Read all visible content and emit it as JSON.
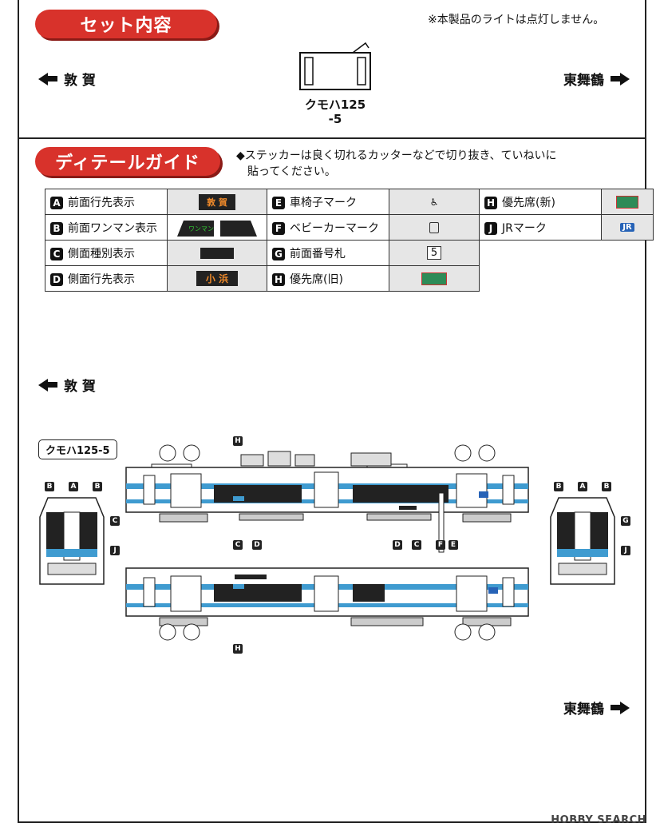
{
  "set": {
    "title": "セット内容",
    "note": "※本製品のライトは点灯しません。",
    "dir_left": "敦 賀",
    "dir_right": "東舞鶴",
    "car_line1": "クモハ125",
    "car_line2": "-5"
  },
  "detail": {
    "title": "ディテールガイド",
    "note_line1": "◆ステッカーは良く切れるカッターなどで切り抜き、ていねいに",
    "note_line2": "貼ってください。",
    "col1": [
      {
        "key": "A",
        "label": "前面行先表示",
        "sample": "敦 賀"
      },
      {
        "key": "B",
        "label": "前面ワンマン表示",
        "sample": "ワンマン"
      },
      {
        "key": "C",
        "label": "側面種別表示",
        "sample": ""
      },
      {
        "key": "D",
        "label": "側面行先表示",
        "sample": "小 浜"
      }
    ],
    "col2": [
      {
        "key": "E",
        "label": "車椅子マーク",
        "sample": "♿"
      },
      {
        "key": "F",
        "label": "ベビーカーマーク",
        "sample": "⛽"
      },
      {
        "key": "G",
        "label": "前面番号札",
        "sample": "5"
      },
      {
        "key": "H",
        "label": "優先席(旧)",
        "sample": ""
      }
    ],
    "col3": [
      {
        "key": "H",
        "label": "優先席(新)",
        "sample": ""
      },
      {
        "key": "J",
        "label": "JRマーク",
        "sample": "JR"
      }
    ]
  },
  "diagram": {
    "dir_left": "敦 賀",
    "dir_right": "東舞鶴",
    "car_name": "クモハ125-5",
    "tags": [
      "A",
      "B",
      "C",
      "D",
      "E",
      "F",
      "G",
      "H",
      "J"
    ]
  },
  "watermark": "HOBBY SEARCH",
  "colors": {
    "accent": "#d8322b",
    "stripe": "#3f9bd0"
  }
}
